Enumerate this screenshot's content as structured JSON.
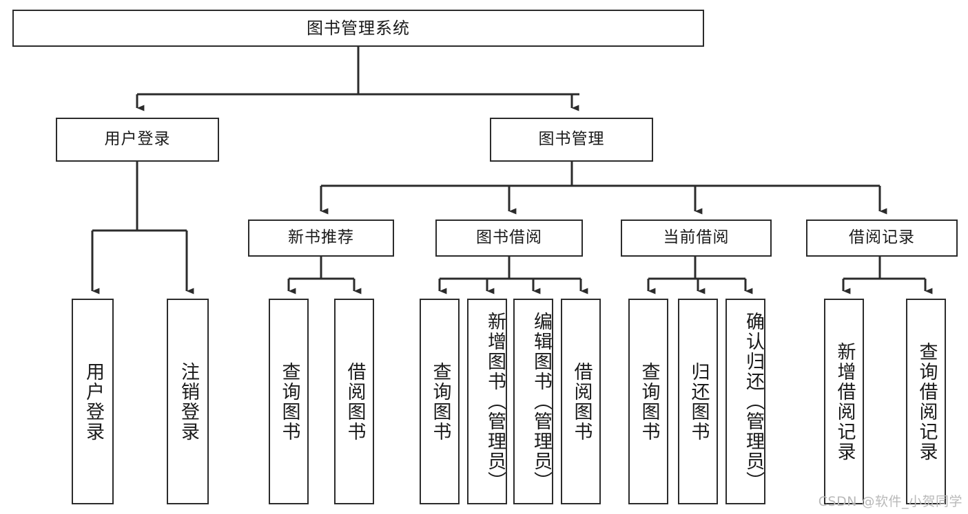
{
  "diagram": {
    "title": "图书管理系统",
    "type": "tree-hierarchy",
    "orientation": "top-down",
    "colors": {
      "border": "#2b2b2b",
      "fill": "#ffffff",
      "text": "#1a1a1a",
      "edge": "#2b2b2b",
      "watermark": "#b9b9b9"
    },
    "root": {
      "label": "图书管理系统"
    },
    "level2": [
      {
        "id": "user-login",
        "label": "用户登录"
      },
      {
        "id": "book-manage",
        "label": "图书管理"
      }
    ],
    "level3": [
      {
        "id": "new-book-rec",
        "label": "新书推荐"
      },
      {
        "id": "book-borrow",
        "label": "图书借阅"
      },
      {
        "id": "current-borrow",
        "label": "当前借阅"
      },
      {
        "id": "borrow-record",
        "label": "借阅记录"
      }
    ],
    "leaves": {
      "user-login": [
        {
          "id": "leaf-user-login",
          "label": "用户登录"
        },
        {
          "id": "leaf-logout",
          "label": "注销登录"
        }
      ],
      "new-book-rec": [
        {
          "id": "leaf-query-book-1",
          "label": "查询图书"
        },
        {
          "id": "leaf-borrow-book-1",
          "label": "借阅图书"
        }
      ],
      "book-borrow": [
        {
          "id": "leaf-query-book-2",
          "label": "查询图书"
        },
        {
          "id": "leaf-add-book",
          "label": "新增图书（管理员）"
        },
        {
          "id": "leaf-edit-book",
          "label": "编辑图书（管理员）"
        },
        {
          "id": "leaf-borrow-book-2",
          "label": "借阅图书"
        }
      ],
      "current-borrow": [
        {
          "id": "leaf-query-book-3",
          "label": "查询图书"
        },
        {
          "id": "leaf-return-book",
          "label": "归还图书"
        },
        {
          "id": "leaf-confirm-return",
          "label": "确认归还（管理员）"
        }
      ],
      "borrow-record": [
        {
          "id": "leaf-add-record",
          "label": "新增借阅记录"
        },
        {
          "id": "leaf-query-record",
          "label": "查询借阅记录"
        }
      ]
    }
  },
  "watermark": {
    "text": "CSDN @软件_小贺同学"
  }
}
